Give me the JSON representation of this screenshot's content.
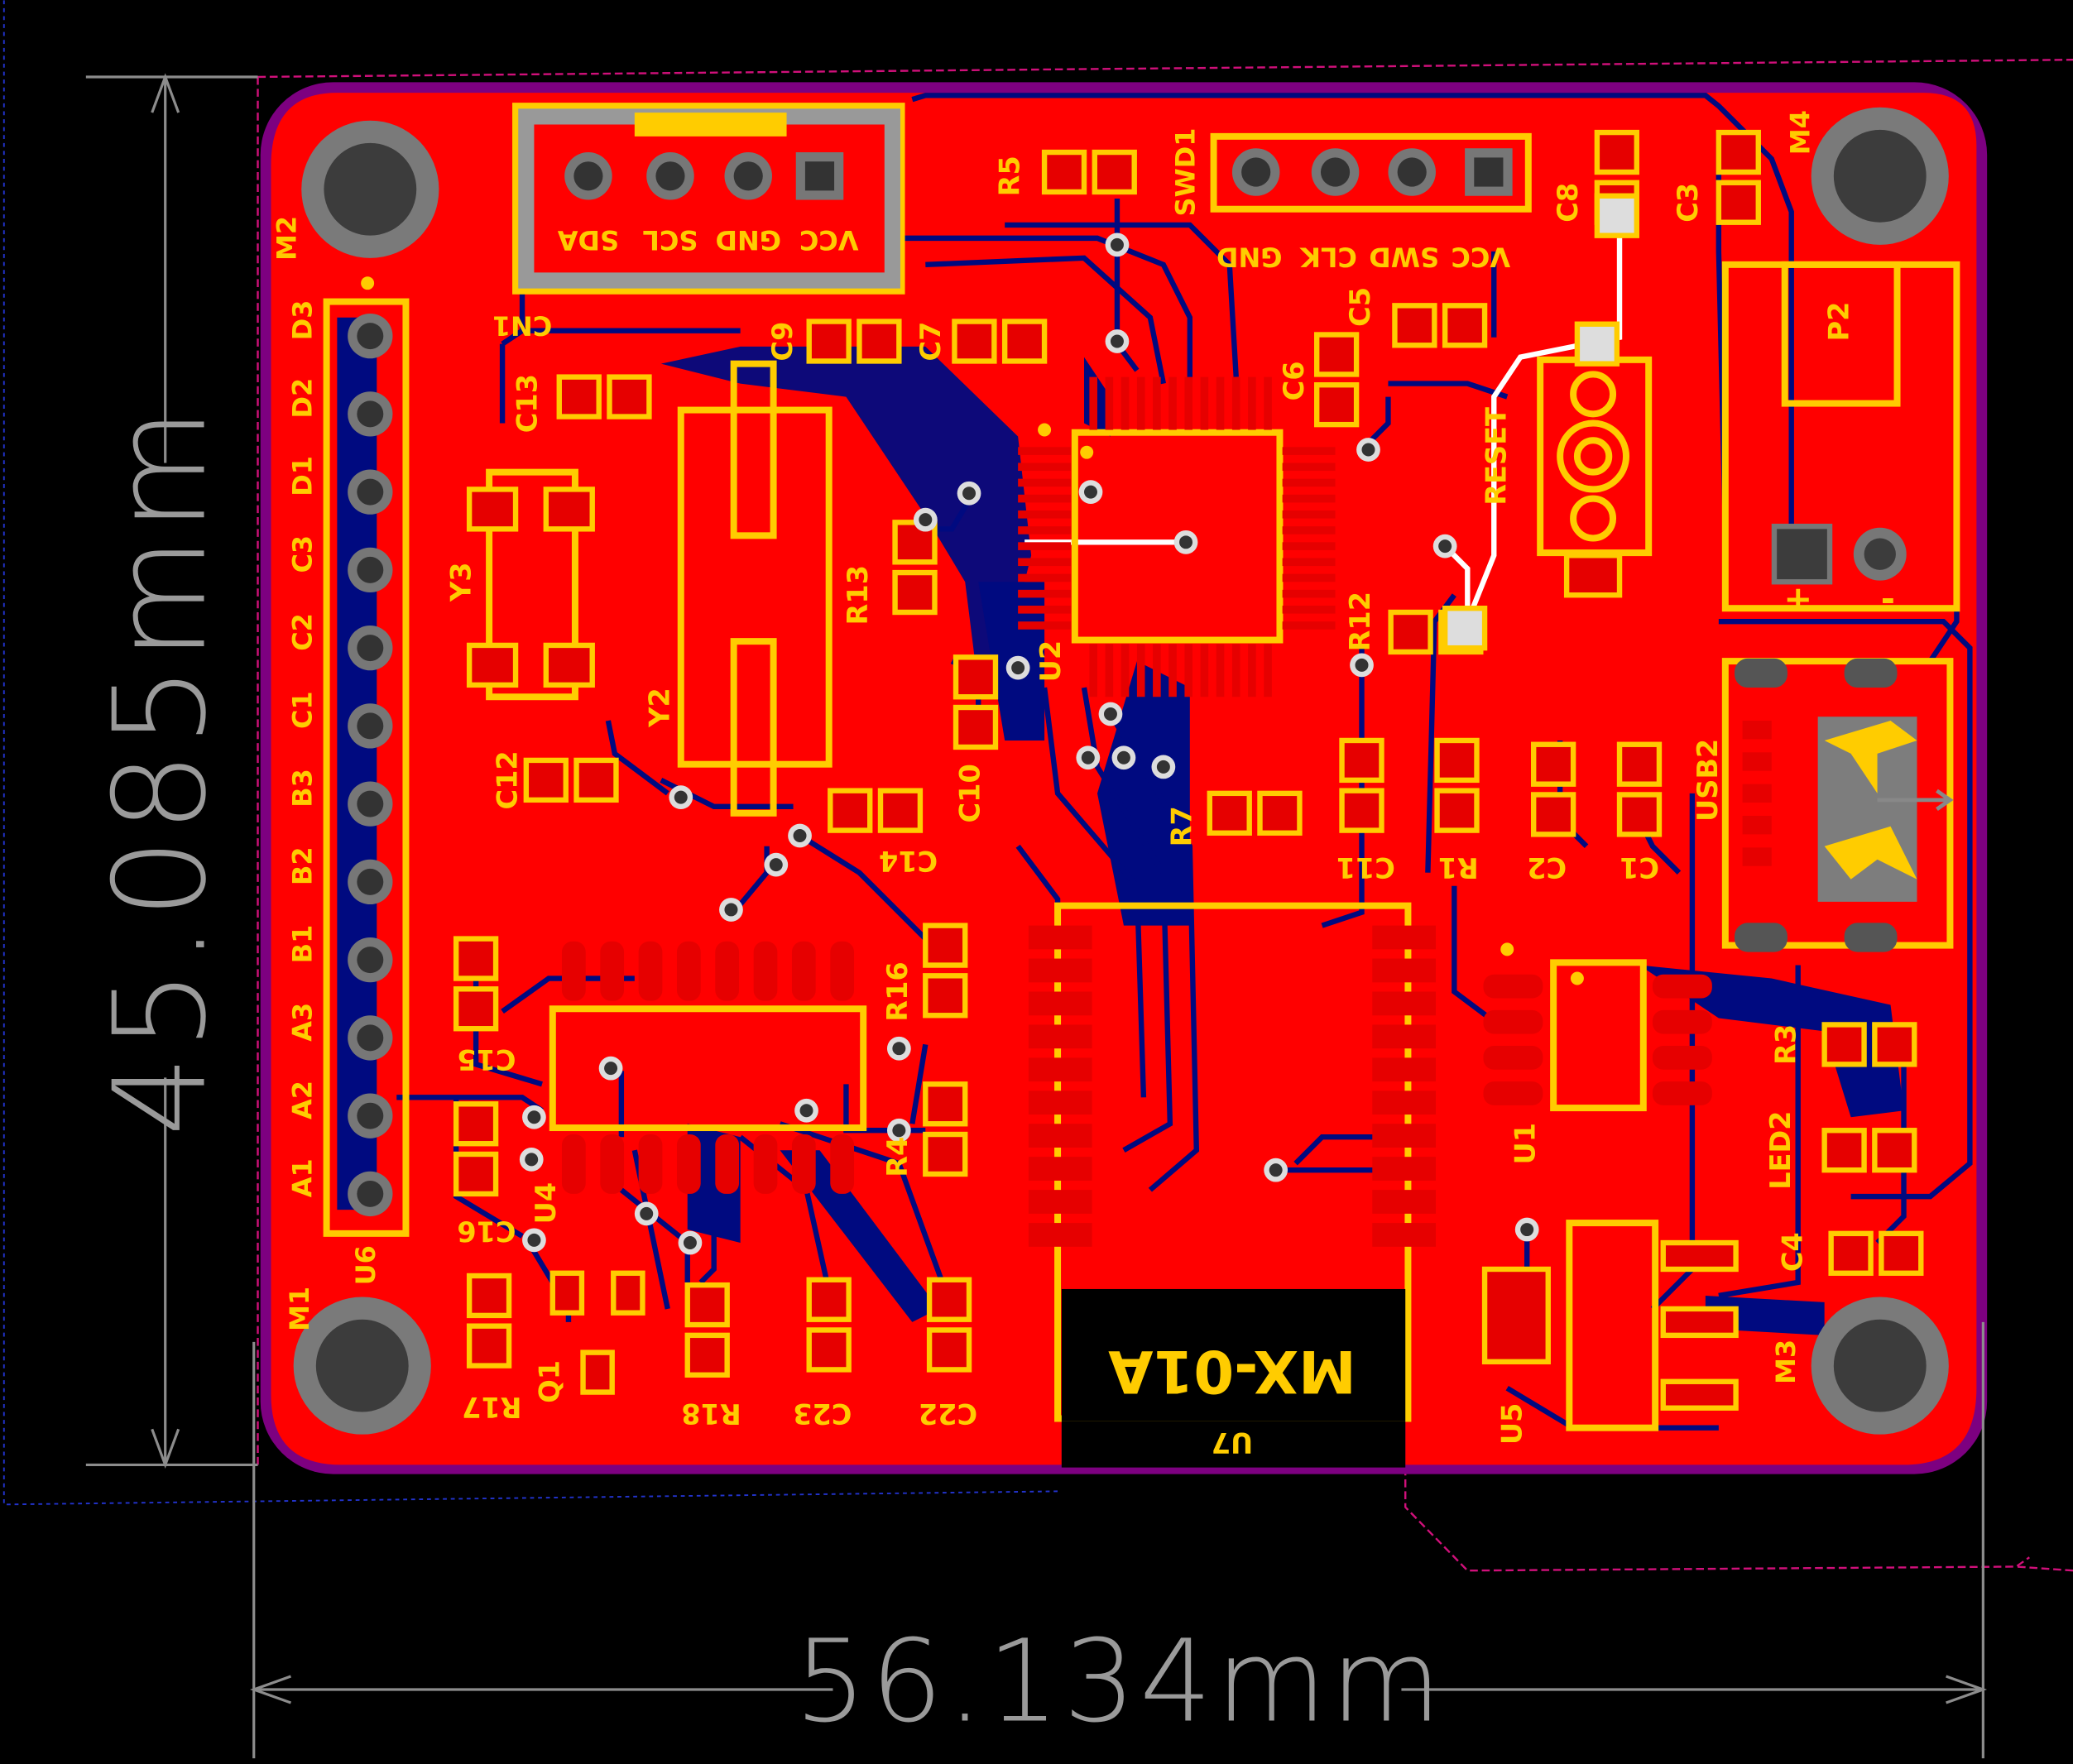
{
  "dimensions": {
    "width": "56.134mm",
    "height": "45.085mm"
  },
  "module_label": "MX-01A",
  "colors": {
    "background": "#000000",
    "copper_top": "#ff0000",
    "copper_bottom": "#000a80",
    "silkscreen": "#ffcc00",
    "board_outline": "#800080",
    "dimension_lines": "#8c8c8c",
    "pad": "#e60000",
    "hole": "#3c3c3c"
  },
  "connector_cn1": {
    "designator": "CN1",
    "pins": [
      "SDA",
      "SCL",
      "GND",
      "VCC"
    ]
  },
  "connector_swd1": {
    "designator": "SWD1",
    "pins": [
      "GND",
      "CLK",
      "SWD",
      "VCC"
    ]
  },
  "header_u6": {
    "designator": "U6",
    "pins": [
      "D3",
      "D2",
      "D1",
      "C3",
      "C2",
      "C1",
      "B3",
      "B2",
      "B1",
      "A3",
      "A2",
      "A1"
    ]
  },
  "mounting_holes": [
    "M1",
    "M2",
    "M3",
    "M4"
  ],
  "designators": [
    {
      "id": "R5",
      "text": "R5"
    },
    {
      "id": "C8",
      "text": "C8"
    },
    {
      "id": "C3",
      "text": "C3"
    },
    {
      "id": "C9",
      "text": "C9"
    },
    {
      "id": "C7",
      "text": "C7"
    },
    {
      "id": "C5",
      "text": "C5"
    },
    {
      "id": "C6",
      "text": "C6"
    },
    {
      "id": "C13",
      "text": "C13"
    },
    {
      "id": "Y3",
      "text": "Y3"
    },
    {
      "id": "Y2",
      "text": "Y2"
    },
    {
      "id": "R13",
      "text": "R13"
    },
    {
      "id": "U2",
      "text": "U2"
    },
    {
      "id": "R12",
      "text": "R12"
    },
    {
      "id": "RESET",
      "text": "RESET"
    },
    {
      "id": "P2",
      "text": "P2"
    },
    {
      "id": "C12",
      "text": "C12"
    },
    {
      "id": "C14",
      "text": "C14"
    },
    {
      "id": "C10",
      "text": "C10"
    },
    {
      "id": "R7",
      "text": "R7"
    },
    {
      "id": "C11",
      "text": "C11"
    },
    {
      "id": "R1",
      "text": "R1"
    },
    {
      "id": "C2",
      "text": "C2"
    },
    {
      "id": "C1",
      "text": "C1"
    },
    {
      "id": "USB2",
      "text": "USB2"
    },
    {
      "id": "R16",
      "text": "R16"
    },
    {
      "id": "R4",
      "text": "R4"
    },
    {
      "id": "C15",
      "text": "C15"
    },
    {
      "id": "C16",
      "text": "C16"
    },
    {
      "id": "U4",
      "text": "U4"
    },
    {
      "id": "R3",
      "text": "R3"
    },
    {
      "id": "LED2",
      "text": "LED2"
    },
    {
      "id": "U1",
      "text": "U1"
    },
    {
      "id": "C4",
      "text": "C4"
    },
    {
      "id": "R17",
      "text": "R17"
    },
    {
      "id": "Q1",
      "text": "Q1"
    },
    {
      "id": "R18",
      "text": "R18"
    },
    {
      "id": "C23",
      "text": "C23"
    },
    {
      "id": "C22",
      "text": "C22"
    },
    {
      "id": "U7",
      "text": "U7"
    },
    {
      "id": "U5",
      "text": "U5"
    },
    {
      "id": "plus",
      "text": "+"
    },
    {
      "id": "minus",
      "text": "-"
    }
  ]
}
